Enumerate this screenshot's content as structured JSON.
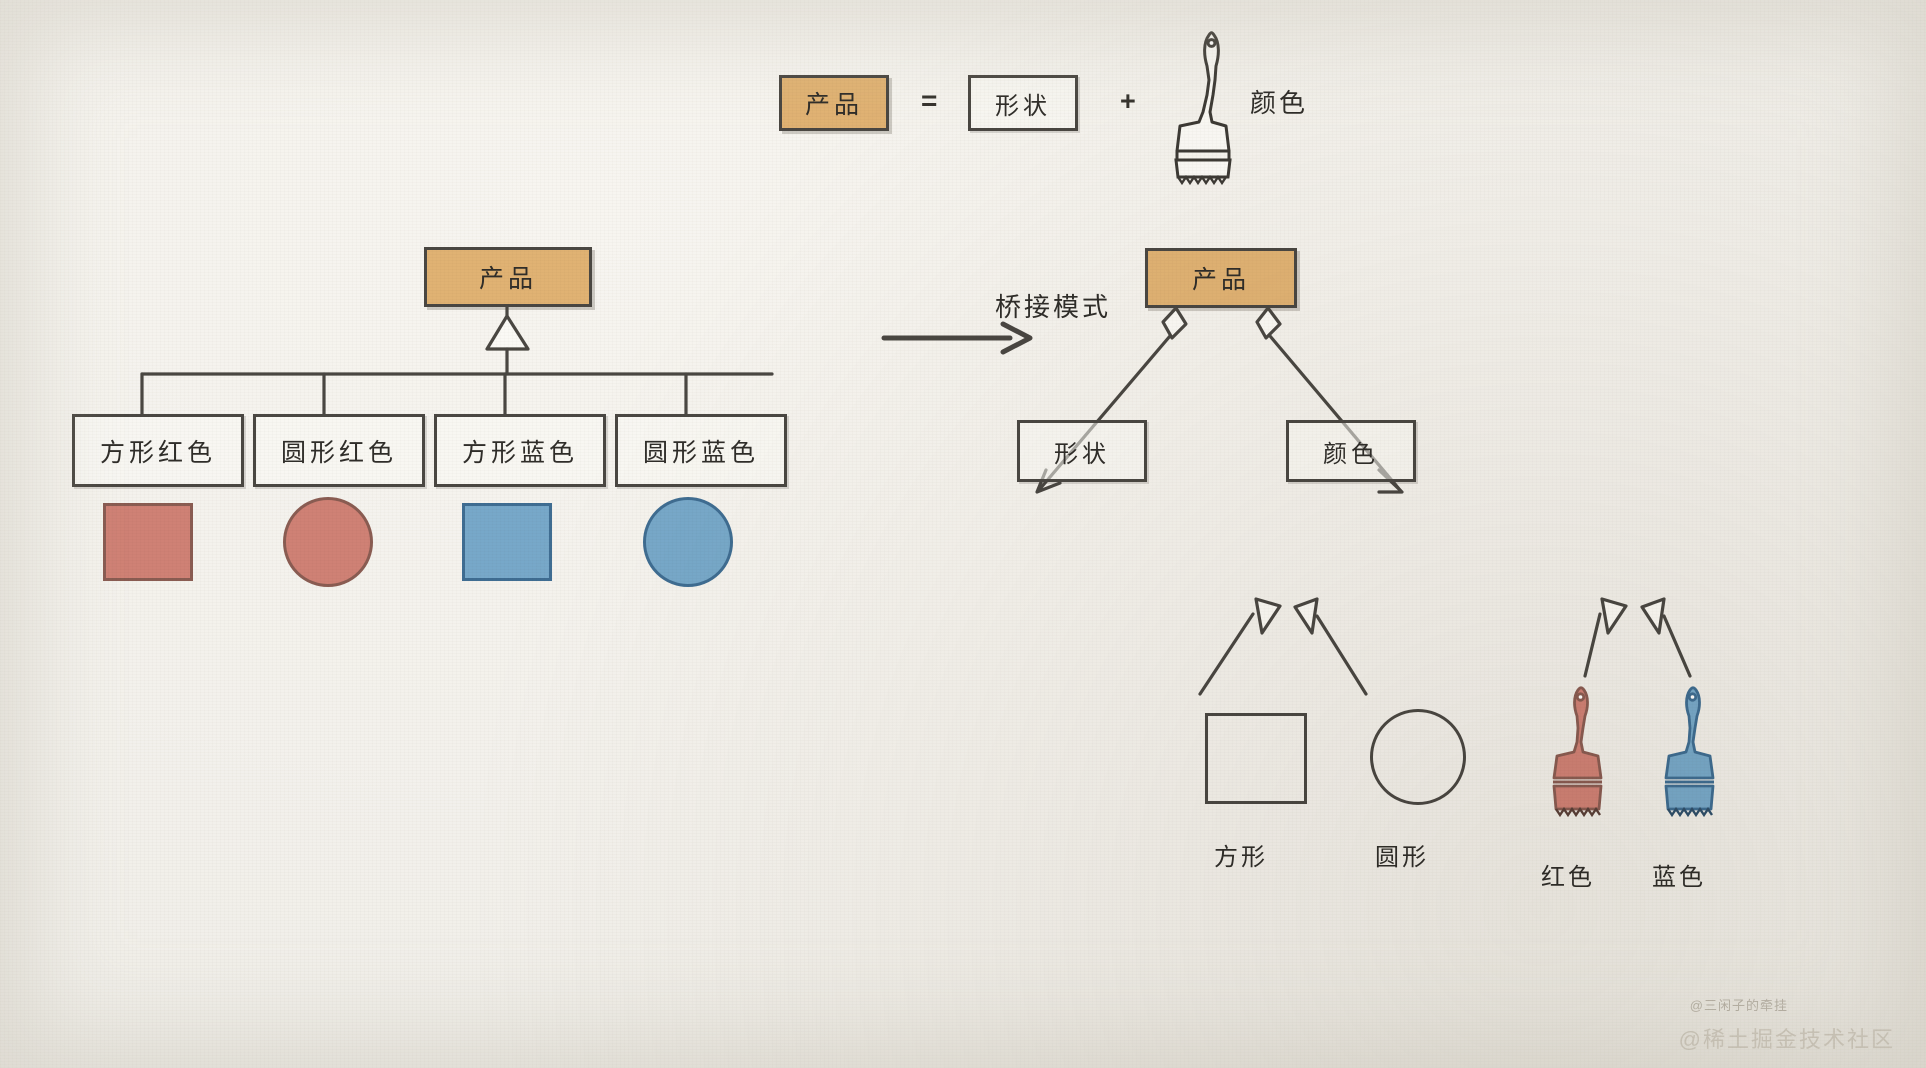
{
  "diagram": {
    "title_formula": {
      "product_label": "产品",
      "equals": "=",
      "shape_label": "形状",
      "plus": "+",
      "brush_icon": "paint-brush-icon",
      "color_label": "颜色"
    },
    "transition": {
      "arrow_icon": "right-arrow-icon",
      "label": "桥接模式"
    },
    "left_tree": {
      "root": "产品",
      "inheritance_icon": "hollow-triangle-icon",
      "children": [
        {
          "label": "方形红色",
          "shape": "square",
          "color": "#cf8175"
        },
        {
          "label": "圆形红色",
          "shape": "circle",
          "color": "#cf8175"
        },
        {
          "label": "方形蓝色",
          "shape": "square",
          "color": "#77a8c9"
        },
        {
          "label": "圆形蓝色",
          "shape": "circle",
          "color": "#77a8c9"
        }
      ]
    },
    "right_tree": {
      "root": "产品",
      "aggregation_icon": "diamond-icon",
      "branches": [
        {
          "label": "形状",
          "children": [
            {
              "label": "方形",
              "icon": "square-outline-icon"
            },
            {
              "label": "圆形",
              "icon": "circle-outline-icon"
            }
          ]
        },
        {
          "label": "颜色",
          "children": [
            {
              "label": "红色",
              "icon": "red-brush-icon",
              "color": "#cf8175"
            },
            {
              "label": "蓝色",
              "icon": "blue-brush-icon",
              "color": "#77a8c9"
            }
          ]
        }
      ]
    },
    "watermarks": {
      "author": "@三闲子的牵挂",
      "site": "@稀土掘金技术社区"
    },
    "colors": {
      "paper": "#f2f0eb",
      "ink": "#4a4742",
      "accent_orange": "#e0b273",
      "red": "#cf8175",
      "blue": "#77a8c9"
    }
  }
}
